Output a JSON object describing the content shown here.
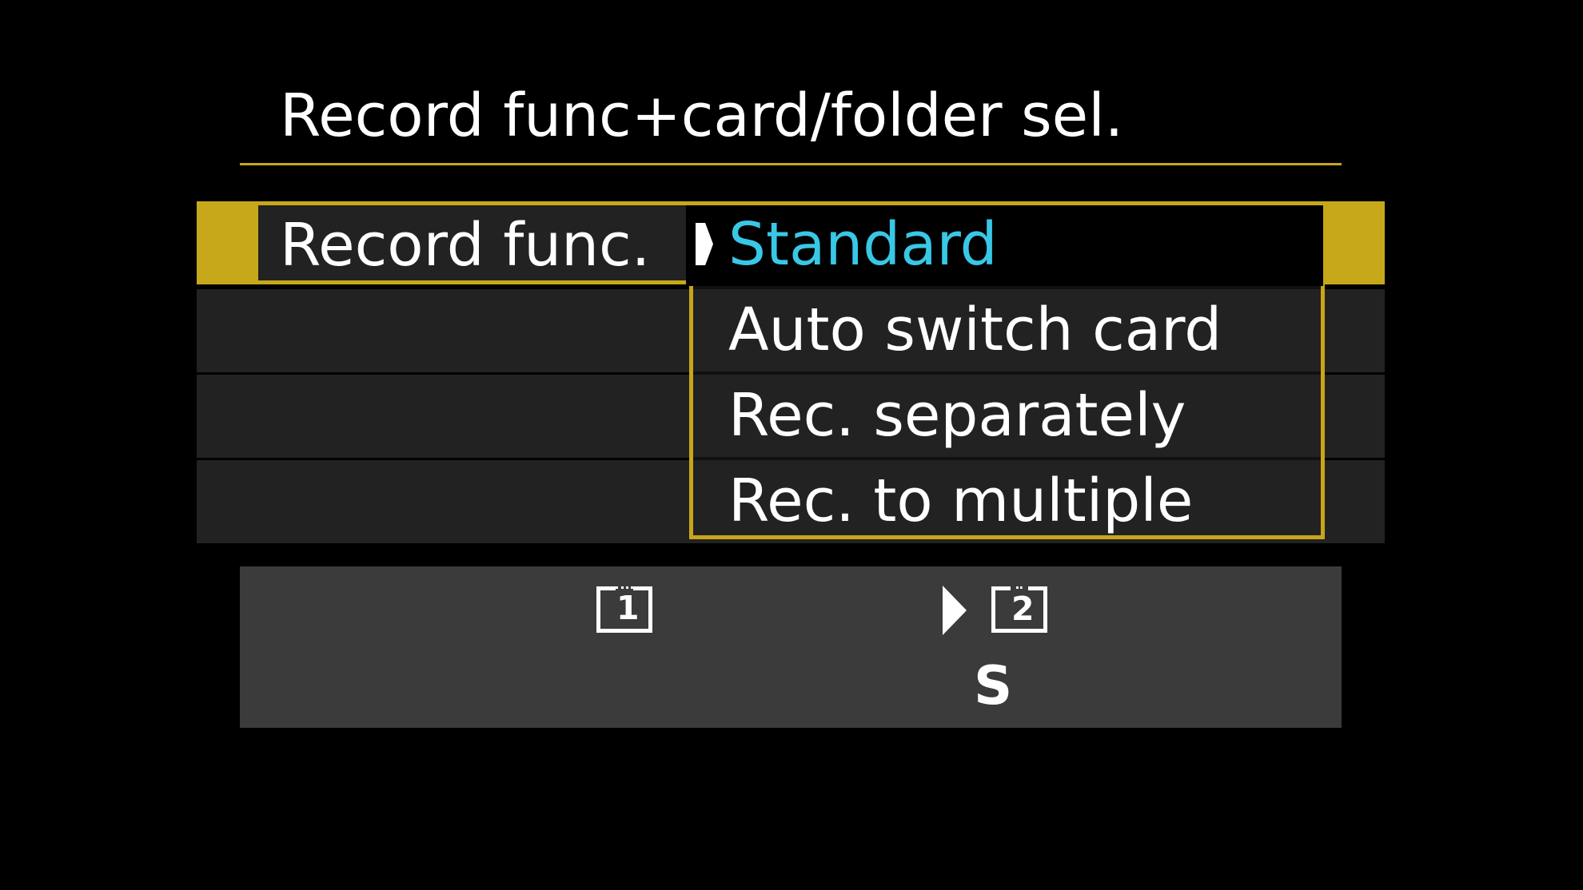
{
  "header": {
    "title": "Record func+card/folder sel."
  },
  "menu": {
    "current_setting_label": "Record func.",
    "options": [
      {
        "label": "Standard",
        "selected": true
      },
      {
        "label": "Auto switch card",
        "selected": false
      },
      {
        "label": "Rec. separately",
        "selected": false
      },
      {
        "label": "Rec. to multiple",
        "selected": false
      }
    ]
  },
  "footer": {
    "card1_number": "1",
    "card2_number": "2",
    "card2_size": "S"
  },
  "colors": {
    "accent_gold": "#c8a51a",
    "active_option": "#39c7e6",
    "background": "#000000",
    "panel_dark": "#222222",
    "footer_panel": "#3b3b3b"
  },
  "icons": {
    "selection_pointer": "triangle-right-icon",
    "card_1": "memory-card-icon",
    "card_2": "memory-card-icon"
  }
}
